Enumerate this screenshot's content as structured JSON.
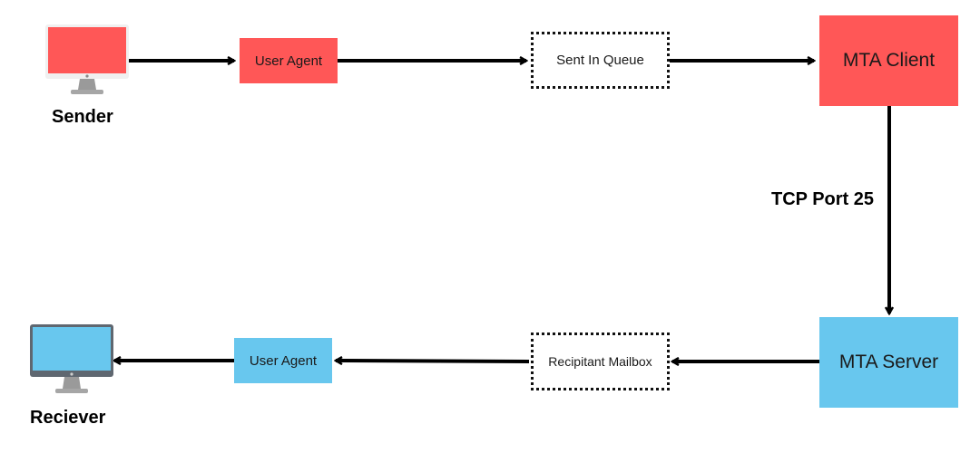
{
  "sender": {
    "label": "Sender",
    "screen_color": "#ff5757"
  },
  "receiver": {
    "label": "Reciever",
    "screen_color": "#68c7ee"
  },
  "top_row": {
    "user_agent": "User Agent",
    "queue": "Sent In Queue",
    "mta_client": "MTA Client"
  },
  "connection": {
    "label": "TCP Port 25"
  },
  "bottom_row": {
    "mta_server": "MTA Server",
    "mailbox": "Recipitant Mailbox",
    "user_agent": "User Agent"
  },
  "colors": {
    "sender_side": "#ff5757",
    "receiver_side": "#68c7ee",
    "arrow": "#000000"
  }
}
